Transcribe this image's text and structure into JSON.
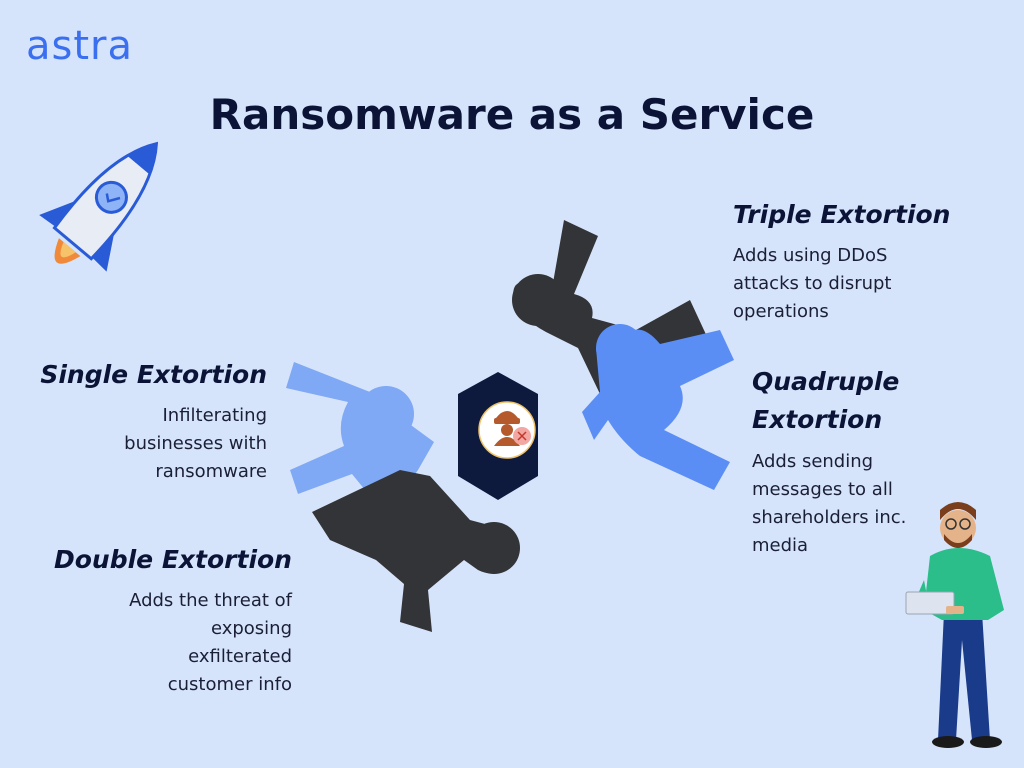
{
  "brand": {
    "logo_text": "astra"
  },
  "title": "Ransomware as a Service",
  "stages": [
    {
      "heading": "Single Extortion",
      "description": [
        "Infilterating",
        "businesses with",
        "ransomware"
      ]
    },
    {
      "heading": "Double Extortion",
      "description": [
        "Adds the threat of",
        "exposing",
        "exfilterated",
        "customer info"
      ]
    },
    {
      "heading": "Triple Extortion",
      "description": [
        "Adds using DDoS",
        "attacks to disrupt",
        "operations"
      ]
    },
    {
      "heading": "Quadruple Extortion",
      "description": [
        "Adds sending",
        "messages to all",
        "shareholders inc.",
        "media"
      ]
    }
  ],
  "icons": {
    "center": "hacker-icon",
    "decor_left": "rocket-icon",
    "decor_right": "person-with-laptop-icon"
  },
  "colors": {
    "background": "#d6e4fb",
    "title": "#0b1436",
    "brand": "#3a6ff0",
    "piece_dark": "#333437",
    "piece_light": "#7fa8f5",
    "piece_blue": "#5b8ef5",
    "hexagon": "#0e1a3d"
  }
}
